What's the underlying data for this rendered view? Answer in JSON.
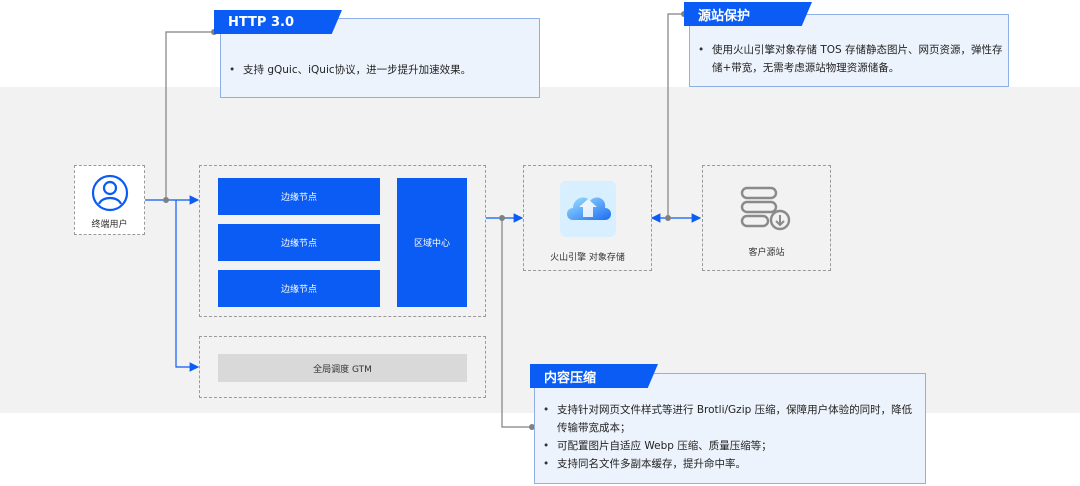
{
  "user": {
    "label": "终端用户"
  },
  "edge_nodes": [
    "边缘节点",
    "边缘节点",
    "边缘节点"
  ],
  "region_center": "区域中心",
  "gtm": "全局调度 GTM",
  "storage": {
    "label": "火山引擎 对象存储"
  },
  "origin": {
    "label": "客户源站"
  },
  "callouts": {
    "http3": {
      "title": "HTTP 3.0",
      "items": [
        "支持 gQuic、iQuic协议，进一步提升加速效果。"
      ]
    },
    "origin_protect": {
      "title": "源站保护",
      "items": [
        "使用火山引擎对象存储  TOS  存储静态图片、网页资源，弹性存储+带宽，无需考虑源站物理资源储备。"
      ]
    },
    "compress": {
      "title": "内容压缩",
      "items": [
        "支持针对网页文件样式等进行 Brotli/Gzip 压缩，保障用户体验的同时，降低传输带宽成本；",
        "可配置图片自适应 Webp 压缩、质量压缩等；",
        "支持同名文件多副本缓存，提升命中率。"
      ]
    }
  },
  "colors": {
    "accent": "#0a5cf5",
    "band": "#f2f2f2",
    "callout_bg": "#edf3fc"
  }
}
